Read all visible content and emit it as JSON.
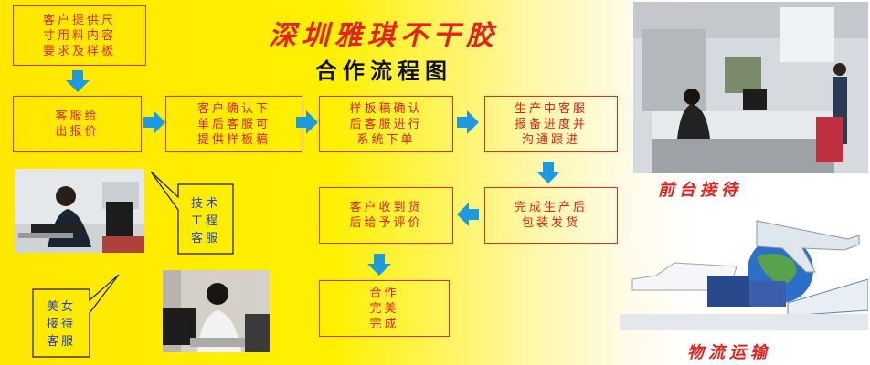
{
  "title": {
    "line1": "深圳雅琪不干胶",
    "line2": "合作流程图"
  },
  "steps": {
    "s0": "客户提供尺\n寸用料内容\n要求及样板",
    "s1": "客服给\n出报价",
    "s2": "客户确认下\n单后客服可\n提供样板稿",
    "s3": "样板稿确认\n后客服进行\n系统下单",
    "s4": "生产中客服\n报备进度并\n沟通跟进",
    "s5": "完成生产后\n包装发货",
    "s6": "客户收到货\n后给予评价",
    "s7": "合作\n完美\n完成"
  },
  "bubbles": {
    "tech": "技术\n工程\n客服",
    "beauty": "美女\n接待\n客服"
  },
  "captions": {
    "reception": "前台接待",
    "logistics": "物流运输"
  },
  "colors": {
    "border": "#e0301e",
    "text": "#e8201c",
    "arrow": "#1e9be0",
    "bubble_text": "#2040c8"
  }
}
